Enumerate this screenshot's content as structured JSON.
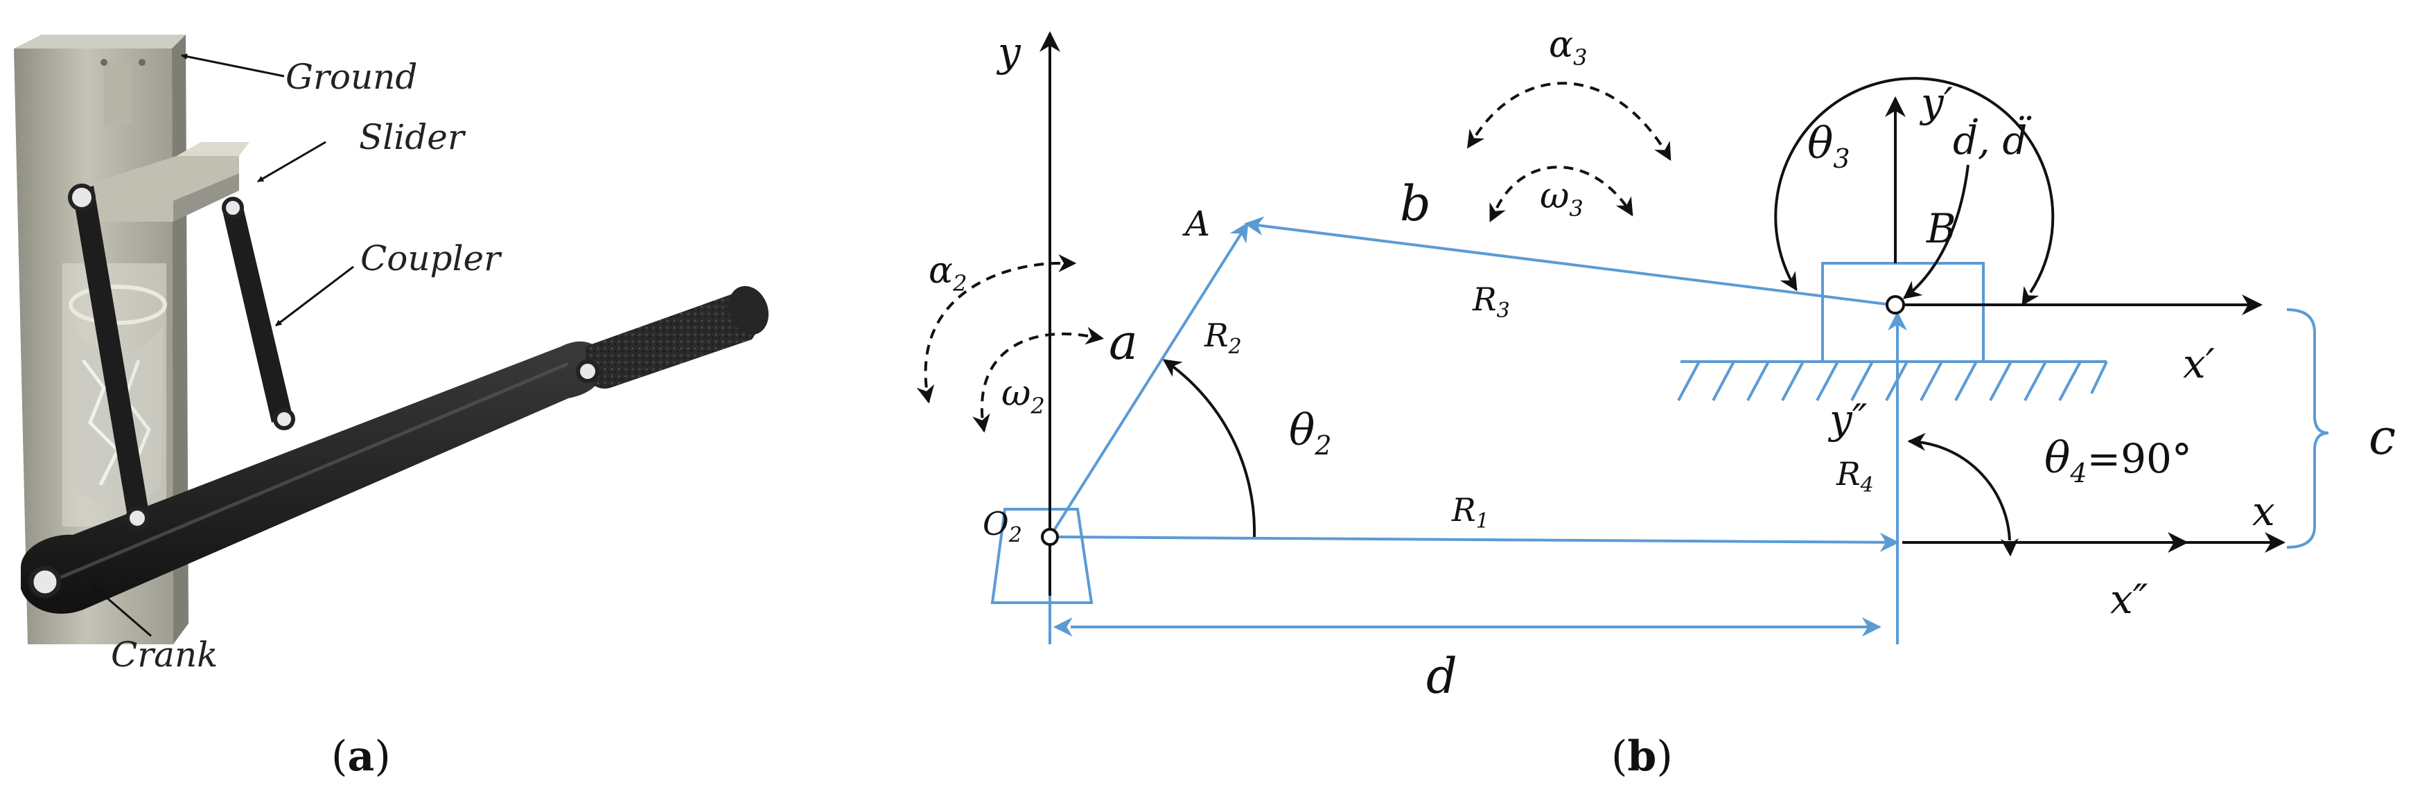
{
  "panel_a": {
    "callouts": {
      "ground": "Ground",
      "slider": "Slider",
      "coupler": "Coupler",
      "crank": "Crank"
    },
    "caption": {
      "open": "(",
      "letter": "a",
      "close": ")"
    }
  },
  "panel_b": {
    "axes": {
      "y": "y",
      "x": "x",
      "y_prime": "y′",
      "x_prime": "x′",
      "y_dprime": "y″",
      "x_dprime": "x″"
    },
    "points": {
      "A": "A",
      "B": "B",
      "O": "O",
      "O_sub": "2"
    },
    "lengths": {
      "a": "a",
      "b": "b",
      "c": "c",
      "d": "d"
    },
    "vectors": {
      "R": "R",
      "R1_sub": "1",
      "R2_sub": "2",
      "R3_sub": "3",
      "R4_sub": "4"
    },
    "angles": {
      "theta": "θ",
      "theta2_sub": "2",
      "theta3_sub": "3",
      "theta4_sub": "4",
      "theta4_value": "=90°"
    },
    "rates": {
      "alpha": "α",
      "omega": "ω",
      "alpha2_sub": "2",
      "omega2_sub": "2",
      "alpha3_sub": "3",
      "omega3_sub": "3",
      "slider_rates": "ḋ, d̈"
    },
    "caption": {
      "open": "(",
      "letter": "b",
      "close": ")"
    }
  },
  "colors": {
    "link": "#5b9bd5",
    "ink": "#111111",
    "frame": "#a9a99c",
    "frame_shade": "#8d8c80",
    "bar": "#1e1e1e"
  }
}
